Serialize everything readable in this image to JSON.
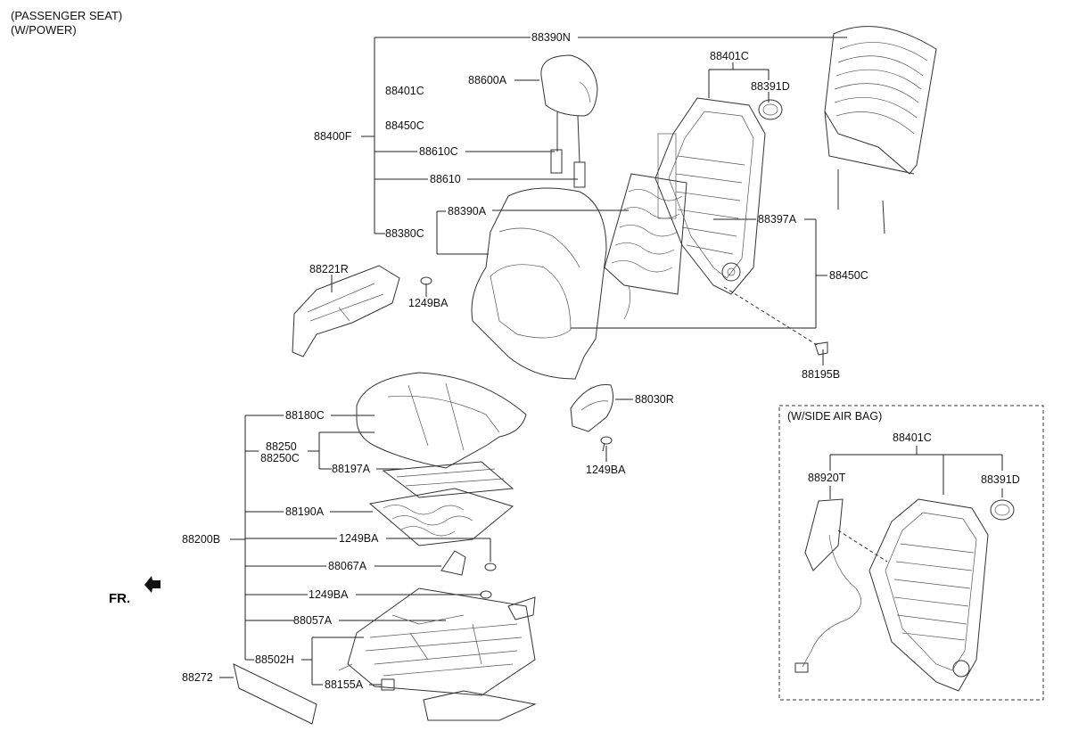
{
  "title": {
    "line1": "(PASSENGER SEAT)",
    "line2": "(W/POWER)"
  },
  "orientation_label": "FR.",
  "callouts": {
    "c_88390N": "88390N",
    "c_88401C": "88401C",
    "c_88401C_top": "88401C",
    "c_88600A": "88600A",
    "c_88391D": "88391D",
    "c_88450C": "88450C",
    "c_88400F": "88400F",
    "c_88610C": "88610C",
    "c_88610": "88610",
    "c_88390A": "88390A",
    "c_88397A": "88397A",
    "c_88380C": "88380C",
    "c_88221R": "88221R",
    "c_1249BA_a": "1249BA",
    "c_88450C_right": "88450C",
    "c_88195B": "88195B",
    "c_88030R": "88030R",
    "c_1249BA_b": "1249BA",
    "c_88180C": "88180C",
    "c_88250": "88250",
    "c_88250C": "88250C",
    "c_88197A": "88197A",
    "c_88190A": "88190A",
    "c_88200B": "88200B",
    "c_1249BA_c": "1249BA",
    "c_88067A": "88067A",
    "c_1249BA_d": "1249BA",
    "c_88057A": "88057A",
    "c_88502H": "88502H",
    "c_88272": "88272",
    "c_88155A": "88155A"
  },
  "inset": {
    "title": "(W/SIDE AIR BAG)",
    "c_88401C": "88401C",
    "c_88920T": "88920T",
    "c_88391D": "88391D"
  }
}
